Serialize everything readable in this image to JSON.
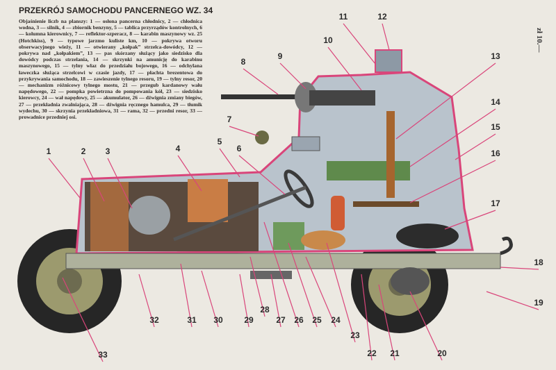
{
  "title": "PRZEKRÓJ SAMOCHODU PANCERNEGO WZ. 34",
  "legend_text": "Objaśnienie liczb na planszy: 1 — osłona pancerna chłodnicy, 2 — chłodnica wodna, 3 — silnik, 4 — zbiornik benzyny, 5 — tablica przyrządów kontrolnych, 6 — kolumna kierownicy, 7 — reflektor-szperacz, 8 — karabin maszynowy wz. 25 (Hotchkiss), 9 — typowe jarzmo kuliste km, 10 — pokrywa otworu obserwacyjnego wieży, 11 — otwierany „kołpak” strzelca-dowódcy, 12 — pokrywa nad „kołpakiem”, 13 — pas skórzany służący jako siedzisko dla dowódcy podczas strzelania, 14 — skrzynki na amunicję do karabinu maszynowego, 15 — tylny właz do przedziału bojowego, 16 — odchylana ławeczka służąca strzelcowi w czasie jazdy, 17 — płachta brezentowa do przykrywania samochodu, 18 — zawieszenie tylnego resoru, 19 — tylny resor, 20 — mechanizm różnicowy tylnego mostu, 21 — przegub kardanowy wału napędowego, 22 — pompka powietrzna do pompowania kół, 23 — siedzisko kierowcy, 24 — wał napędowy, 25 — akumulator, 26 — dźwignia zmiany biegów, 27 — przekładnia zwalniająca, 28 — dźwignia ręcznego hamulca, 29 — tłumik wydechu, 30 — skrzynia przekładniowa, 31 — rama, 32 — przedni resor, 33 — prowadnice przedniej osi.",
  "price": "zł 10.—",
  "callouts": [
    "1",
    "2",
    "3",
    "4",
    "5",
    "6",
    "7",
    "8",
    "9",
    "10",
    "11",
    "12",
    "13",
    "14",
    "15",
    "16",
    "17",
    "18",
    "19",
    "20",
    "21",
    "22",
    "23",
    "24",
    "25",
    "26",
    "27",
    "28",
    "29",
    "30",
    "31",
    "32",
    "33"
  ],
  "colors": {
    "outline": "#d9457a",
    "hull": "#b9c3cc",
    "paper": "#ece9e2"
  }
}
